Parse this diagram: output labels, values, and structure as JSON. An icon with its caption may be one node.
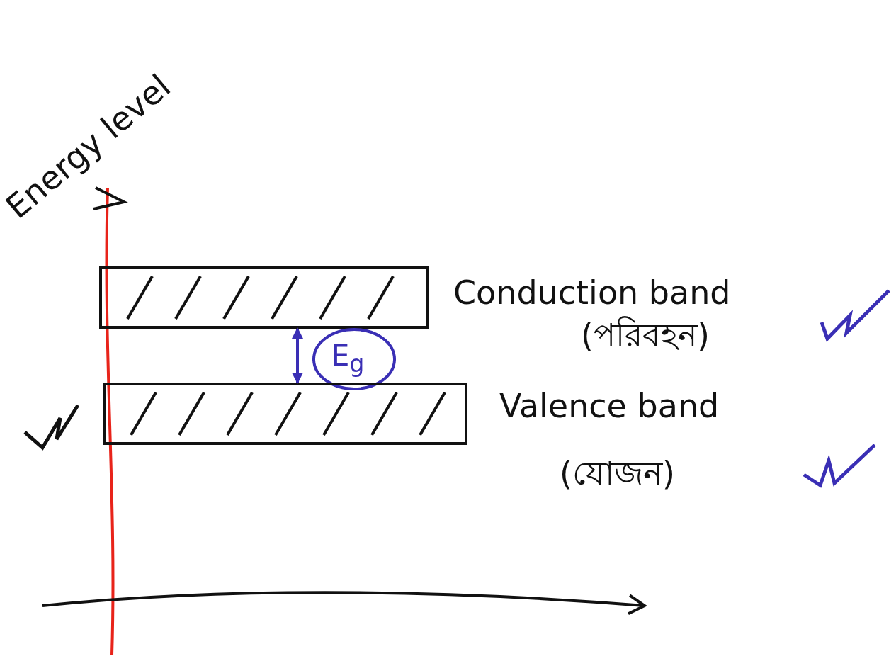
{
  "diagram": {
    "nodes": [
      {
        "text": [],
        "shape": "bar"
      },
      {
        "text": [
          "E$_{g}$"
        ]
      },
      {
        "text": [],
        "shape": "bar"
      }
    ],
    "edges": [
      {
        "from": 0,
        "to": 2,
        "arrow": "both",
        "color": "#3a2fb5"
      }
    ],
    "labels": [
      "Energy level",
      "Conduction band",
      "(পরিবহন)",
      "Valence band",
      "(যোজন)"
    ]
  }
}
